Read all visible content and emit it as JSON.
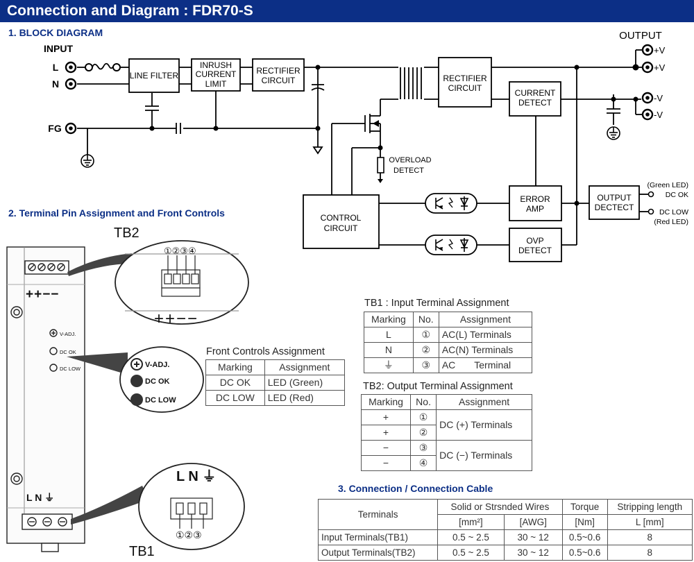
{
  "header": {
    "title": "Connection and Diagram : FDR70-S"
  },
  "sections": {
    "block": "1. BLOCK DIAGRAM",
    "terminal": "2. Terminal Pin Assignment and Front Controls",
    "cable": "3. Connection / Connection Cable"
  },
  "block": {
    "input": "INPUT",
    "l": "L",
    "n": "N",
    "fg": "FG",
    "output": "OUTPUT",
    "line_filter": "LINE FILTER",
    "inrush": [
      "INRUSH",
      "CURRENT",
      "LIMIT"
    ],
    "rectifier1": [
      "RECTIFIER",
      "CIRCUIT"
    ],
    "rectifier2": [
      "RECTIFIER",
      "CIRCUIT"
    ],
    "current_detect": [
      "CURRENT",
      "DETECT"
    ],
    "overload": [
      "OVERLOAD",
      "DETECT"
    ],
    "control": [
      "CONTROL",
      "CIRCUIT"
    ],
    "error_amp": [
      "ERROR",
      "AMP"
    ],
    "ovp": [
      "OVP",
      "DETECT"
    ],
    "output_detect": [
      "OUTPUT",
      "DECTECT"
    ],
    "pos1": "+V",
    "pos2": "+V",
    "neg1": "-V",
    "neg2": "-V",
    "green_led": "(Green LED)",
    "dc_ok": "DC OK",
    "dc_low": "DC LOW",
    "red_led": "(Red LED)"
  },
  "device": {
    "tb2": "TB2",
    "tb1": "TB1",
    "pins_tb2": "①②③④",
    "pins_tb1": "①②③",
    "polarity": "++−−",
    "polarity_small": "++−−",
    "vadj_small": "V-ADJ.",
    "dcok_small": "DC OK",
    "dclow_small": "DC LOW",
    "vadj": "V-ADJ.",
    "dcok": "DC OK",
    "dclow": "DC LOW",
    "lnfg": "L N ⏚",
    "lnfg_small": "L  N  ⏚"
  },
  "front_table": {
    "caption": "Front  Controls Assignment",
    "headers": [
      "Marking",
      "Assignment"
    ],
    "rows": [
      [
        "DC OK",
        "LED (Green)"
      ],
      [
        "DC LOW",
        "LED (Red)"
      ]
    ]
  },
  "tb1_table": {
    "caption": "TB1 : Input Terminal Assignment",
    "headers": [
      "Marking",
      "No.",
      "Assignment"
    ],
    "rows": [
      [
        "L",
        "①",
        "AC(L)  Terminals"
      ],
      [
        "N",
        "②",
        "AC(N)  Terminals"
      ],
      [
        "⏚",
        "③",
        "AC       Terminal"
      ]
    ]
  },
  "tb2_table": {
    "caption": "TB2: Output Terminal Assignment",
    "headers": [
      "Marking",
      "No.",
      "Assignment"
    ],
    "marks": [
      "+",
      "+",
      "−",
      "−"
    ],
    "nums": [
      "①",
      "②",
      "③",
      "④"
    ],
    "groups": [
      "DC (+) Terminals",
      "DC (−) Terminals"
    ]
  },
  "cable_table": {
    "h_terminals": "Terminals",
    "h_wires": "Solid or Strsnded Wires",
    "h_torque": "Torque",
    "h_strip": "Stripping length",
    "u_mm2": "[mm²]",
    "u_awg": "[AWG]",
    "u_nm": "[Nm]",
    "u_l": "L [mm]",
    "rows": [
      [
        "Input Terminals(TB1)",
        "0.5 ~ 2.5",
        "30 ~ 12",
        "0.5~0.6",
        "8"
      ],
      [
        "Output Terminals(TB2)",
        "0.5 ~ 2.5",
        "30 ~ 12",
        "0.5~0.6",
        "8"
      ]
    ]
  }
}
